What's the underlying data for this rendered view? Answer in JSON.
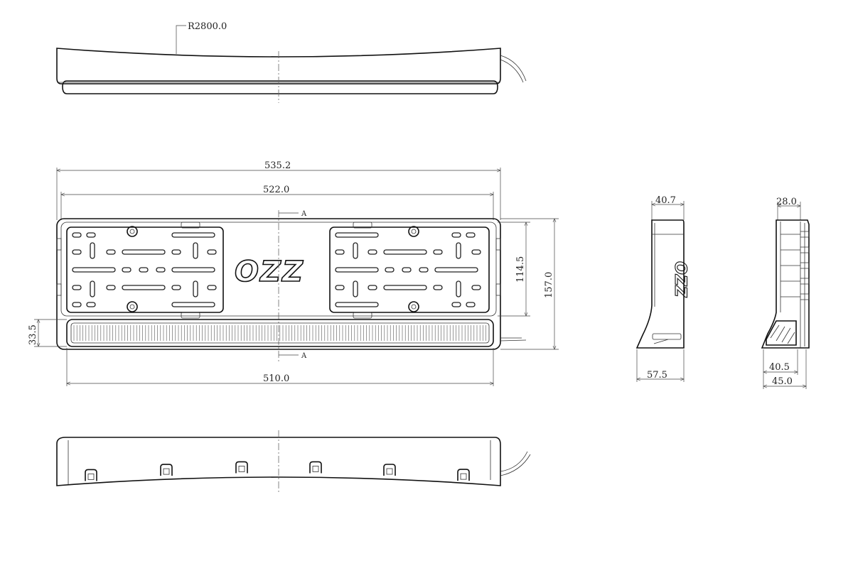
{
  "drawing": {
    "radius_label": "R2800.0",
    "logo_text": "OZZ",
    "section_marker": "A",
    "front": {
      "width_overall": "535.2",
      "width_plate": "522.0",
      "width_led": "510.0",
      "height_overall": "157.0",
      "height_plate": "114.5",
      "height_led": "33.5"
    },
    "side": {
      "top_depth": "40.7",
      "base_depth": "57.5"
    },
    "section": {
      "top_depth": "28.0",
      "inner_depth": "40.5",
      "base_depth": "45.0"
    }
  }
}
